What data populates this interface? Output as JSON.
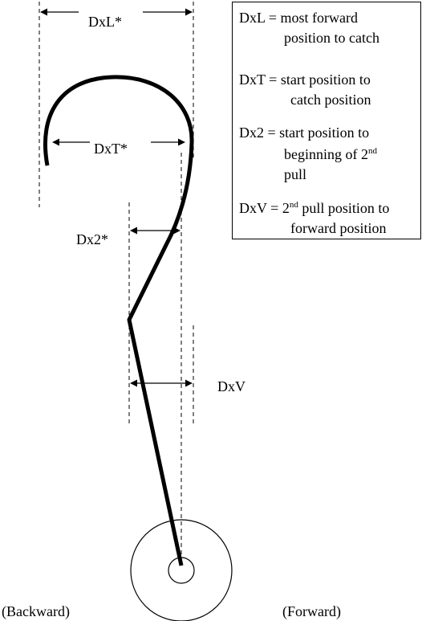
{
  "labels": {
    "dxl": "DxL*",
    "dxt": "DxT*",
    "dx2": "Dx2*",
    "dxv": "DxV",
    "backward": "(Backward)",
    "forward": "(Forward)"
  },
  "legend": {
    "dxl_line1": "DxL = most forward",
    "dxl_line2": "position to catch",
    "dxt_line1": "DxT = start position to",
    "dxt_line2": "catch position",
    "dx2_line1": "Dx2 = start position to",
    "dx2_line2_pre": "beginning of 2",
    "dx2_line2_sup": "nd",
    "dx2_line3": "pull",
    "dxv_line1_pre": "DxV = 2",
    "dxv_line1_sup": "nd",
    "dxv_line1_post": " pull position to",
    "dxv_line2": "forward position"
  }
}
